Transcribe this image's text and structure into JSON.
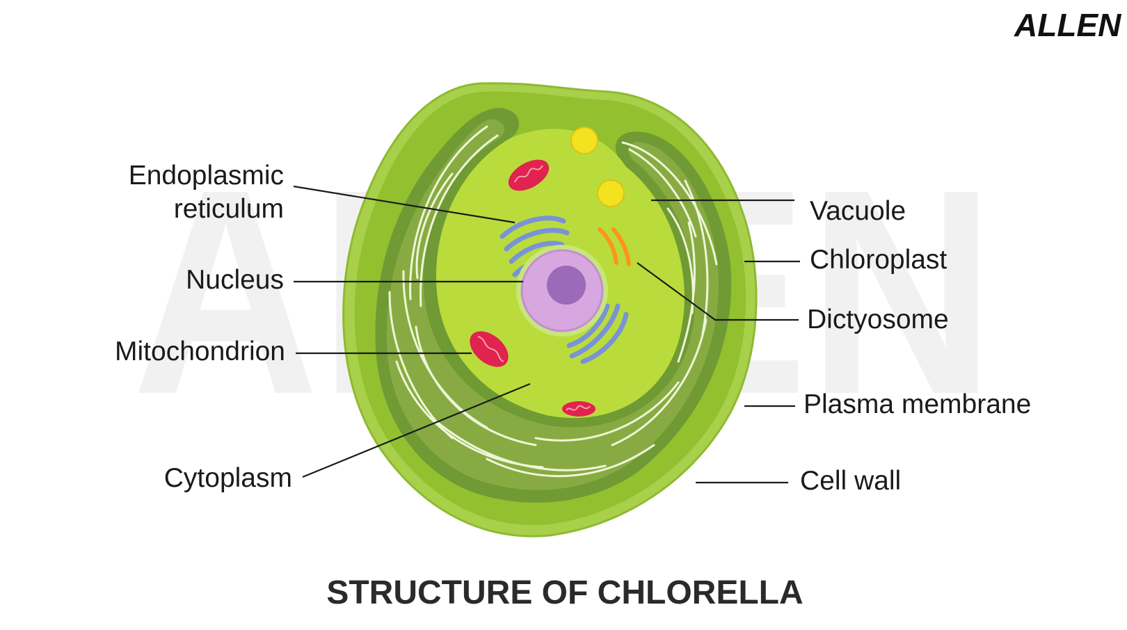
{
  "brand": {
    "logo_text": "ALLEN",
    "watermark_text": "ALLEN"
  },
  "title": "STRUCTURE OF CHLORELLA",
  "labels": {
    "endoplasmic_reticulum_line1": "Endoplasmic",
    "endoplasmic_reticulum_line2": "reticulum",
    "nucleus": "Nucleus",
    "mitochondrion": "Mitochondrion",
    "cytoplasm": "Cytoplasm",
    "vacuole": "Vacuole",
    "chloroplast": "Chloroplast",
    "dictyosome": "Dictyosome",
    "plasma_membrane": "Plasma membrane",
    "cell_wall": "Cell wall"
  },
  "colors": {
    "cell_wall": "#9cc73f",
    "chloroplast": "#6f9a34",
    "cytoplasm": "#b9dc3c",
    "nucleus": "#d7a7df",
    "nucleolus": "#9b6ab8",
    "mitochondrion": "#e0234f",
    "vacuole": "#f3e21f",
    "dictyosome": "#ff9418",
    "endoplasmic_reticulum": "#7a92d6"
  }
}
